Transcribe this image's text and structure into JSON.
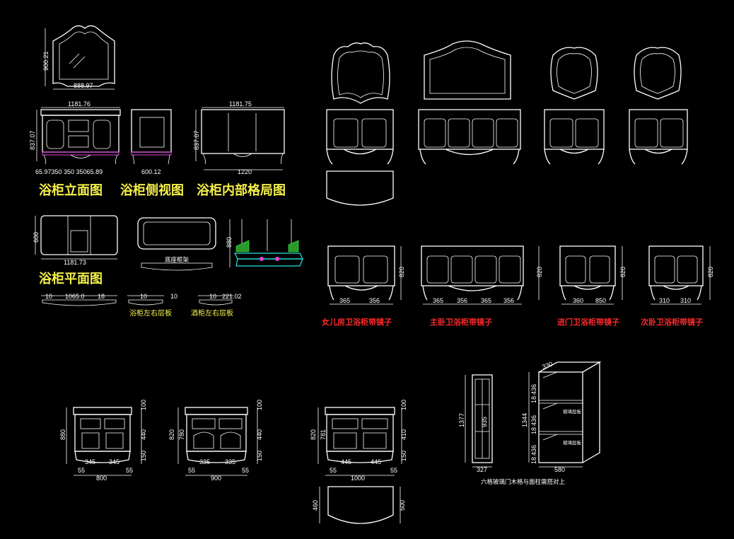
{
  "titles": {
    "elevation": "浴柜立面图",
    "side_view": "浴柜侧视图",
    "internal_layout": "浴柜内部格局图",
    "plan": "浴柜平面图",
    "side_panel_left": "浴柜左右层板",
    "wine_panel": "酒柜左右层板",
    "base_frame": "底座框架",
    "six_door_note": "六格玻璃门木格与面柱需搭对上"
  },
  "captions": {
    "daughter": "女儿房卫浴柜带镜子",
    "master": "主卧卫浴柜带镜子",
    "entry": "进门卫浴柜带镜子",
    "second": "次卧卫浴柜带镜子"
  },
  "dims": {
    "mirror_h": "900.21",
    "mirror_w": "888.97",
    "front_w": "1181.76",
    "front_h": "837.07",
    "front_parts": "65.97350  350  35065.89",
    "side_w": "600.12",
    "inner_w": "1181.75",
    "inner_h": "837.07",
    "inner_bottom": "1220",
    "plan_h": "600",
    "plan_w": "1181.73",
    "panel_1": "10",
    "panel_mid": "1065.0",
    "panel_2": "18",
    "sp_1": "10",
    "sp_2": "10",
    "wp_1": "10",
    "wp_2": "221.02",
    "base_h": "880",
    "daughter_a": "365",
    "daughter_b": "356",
    "daughter_h": "820",
    "master_a": "365",
    "master_b": "356",
    "master_c": "365",
    "master_d": "356",
    "master_h": "820",
    "entry_a": "360",
    "entry_b": "850",
    "entry_h": "820",
    "second_a": "310",
    "second_b": "310",
    "second_h": "820",
    "b1_h": "880",
    "b1_top": "100",
    "b1_mid": "440",
    "b1_bot": "150",
    "b1_a": "345",
    "b1_b": "345",
    "b1_l": "55",
    "b1_r": "55",
    "b1_w": "800",
    "b2_h": "820",
    "b2_in": "780",
    "b2_top": "100",
    "b2_mid": "440",
    "b2_bot": "150",
    "b2_a": "335",
    "b2_b": "335",
    "b2_l": "55",
    "b2_r": "55",
    "b2_w": "900",
    "b3_h": "820",
    "b3_in": "781",
    "b3_top": "100",
    "b3_mid": "410",
    "b3_bot": "150",
    "b3_a": "445",
    "b3_b": "445",
    "b3_l": "55",
    "b3_r": "55",
    "b3_w": "1000",
    "b3_plan_h": "460",
    "b3_plan_r": "500",
    "tall_h": "1377",
    "tall_w": "327",
    "tall_in": "935",
    "shelf_top": "330",
    "shelf_a": "436",
    "shelf_s1": "18",
    "shelf_b": "436",
    "shelf_s2": "18",
    "shelf_c": "436",
    "shelf_s3": "18",
    "shelf_total": "1344",
    "shelf_w": "580",
    "shelf_lbl1": "玻璃层板",
    "shelf_lbl2": "玻璃层板"
  }
}
